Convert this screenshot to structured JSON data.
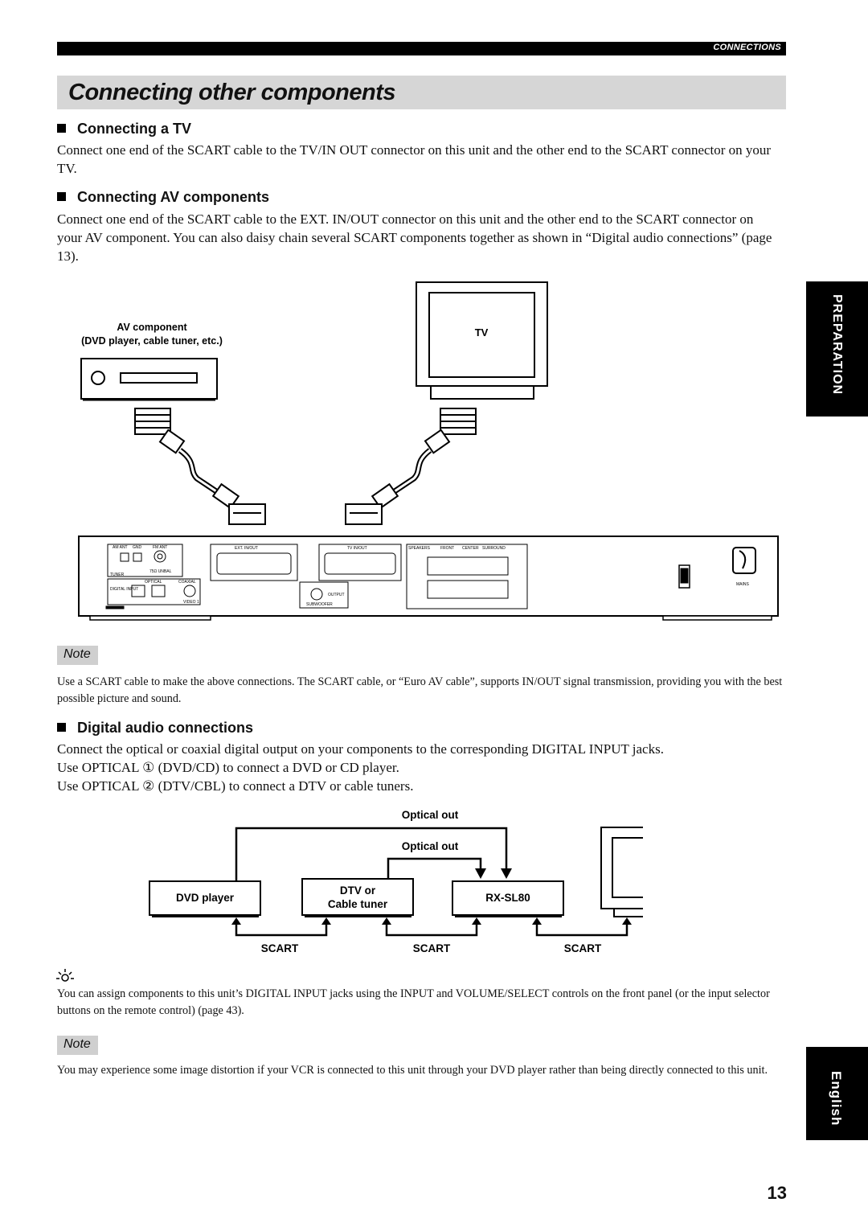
{
  "header": {
    "section": "CONNECTIONS"
  },
  "title": "Connecting other components",
  "sections": {
    "tv": {
      "heading": "Connecting a TV",
      "body": "Connect one end of the SCART cable to the TV/IN OUT connector on this unit and the other end to the SCART connector on your TV."
    },
    "av": {
      "heading": "Connecting AV components",
      "body": "Connect one end of the SCART cable to the EXT. IN/OUT connector on this unit and the other end to the SCART connector on your AV component. You can also daisy chain several SCART components together as shown in “Digital audio connections” (page 13)."
    },
    "digital": {
      "heading": "Digital audio connections",
      "lines": [
        "Connect the optical or coaxial digital output on your components to the corresponding DIGITAL INPUT jacks.",
        "Use OPTICAL ① (DVD/CD) to connect a DVD or CD player.",
        "Use OPTICAL ② (DTV/CBL) to connect a DTV or cable tuners."
      ]
    }
  },
  "diagram1": {
    "av_label_1": "AV component",
    "av_label_2": "(DVD player, cable tuner, etc.)",
    "tv_label": "TV",
    "panel_labels": {
      "am_ant": "AM ANT",
      "gnd": "GND",
      "fm_ant": "FM ANT",
      "unbal": "75Ω UNBAL",
      "tuner": "TUNER",
      "ext": "EXT. IN/OUT",
      "tvio": "TV IN/OUT",
      "speakers": "SPEAKERS",
      "front": "FRONT",
      "center": "CENTER",
      "surround": "SURROUND",
      "digital_input": "DIGITAL INPUT",
      "optical": "OPTICAL",
      "coaxial": "COAXIAL",
      "output": "OUTPUT",
      "subwoofer": "SUBWOOFER",
      "mains": "MAINS",
      "video1": "VIDEO 1"
    }
  },
  "note1": {
    "label": "Note",
    "text": "Use a SCART cable to make the above connections. The SCART cable, or “Euro AV cable”, supports IN/OUT signal transmission, providing you with the best possible picture and sound."
  },
  "diagram2": {
    "optical_out_1": "Optical out",
    "optical_out_2": "Optical out",
    "dvd": "DVD player",
    "dtv_1": "DTV or",
    "dtv_2": "Cable tuner",
    "unit": "RX-SL80",
    "scart_1": "SCART",
    "scart_2": "SCART",
    "scart_3": "SCART"
  },
  "tip": {
    "icon": "lightbulb-icon",
    "text": "You can assign components to this unit’s DIGITAL INPUT jacks using the INPUT and VOLUME/SELECT controls on the front panel (or the input selector buttons on the remote control) (page 43)."
  },
  "note2": {
    "label": "Note",
    "text": "You may experience some image distortion if your VCR is connected to this unit through your DVD player rather than being directly connected to this unit."
  },
  "side_tabs": {
    "preparation": "PREPARATION",
    "english": "English"
  },
  "page_number": "13"
}
